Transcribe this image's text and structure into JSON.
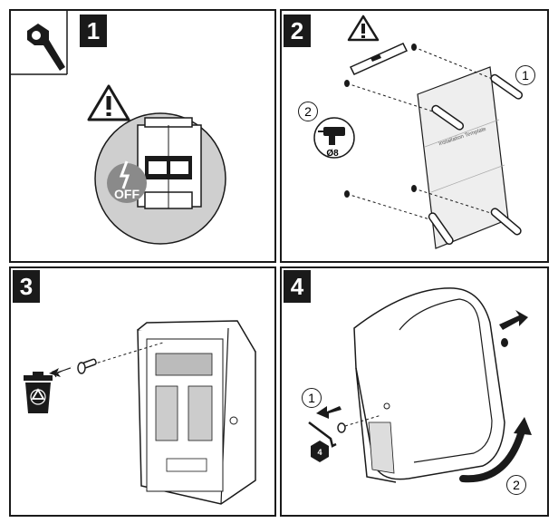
{
  "steps": [
    {
      "number": "1",
      "off_label": "OFF"
    },
    {
      "number": "2",
      "callout_rods": "1",
      "callout_drill": "2",
      "drill_size": "Ø8",
      "template_label": "Installation Template"
    },
    {
      "number": "3"
    },
    {
      "number": "4",
      "callout_screw": "1",
      "callout_rotate": "2",
      "hex_key_size": "4"
    }
  ],
  "colors": {
    "ink": "#1a1a1a",
    "grey_circle": "#cfcfcf",
    "off_circle": "#8a8a8a",
    "template_fill": "#eeeeee"
  },
  "icons": [
    "wrench-icon",
    "warning-icon",
    "lightning-icon",
    "recycle-bin-icon",
    "drill-icon",
    "arrow-icon"
  ]
}
